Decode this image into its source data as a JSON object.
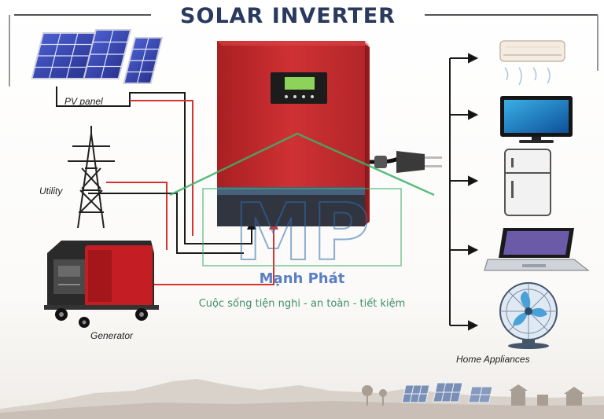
{
  "diagram": {
    "title": "SOLAR INVERTER",
    "sources": [
      {
        "id": "pv",
        "label": "PV panel"
      },
      {
        "id": "utility",
        "label": "Utility"
      },
      {
        "id": "generator",
        "label": "Generator"
      }
    ],
    "outputs_label": "Home Appliances",
    "appliances": [
      "air-conditioner",
      "television",
      "refrigerator",
      "laptop",
      "fan"
    ]
  },
  "watermark": {
    "brand": "Mạnh Phát",
    "tagline": "Cuộc sống tiện nghi - an toàn - tiết kiệm",
    "logo_letters": "MP"
  },
  "colors": {
    "title": "#2a3a5e",
    "inverter_body": "#c42a2c",
    "wire_red": "#d6332f",
    "wire_black": "#1a1a1a",
    "panel_blue": "#3646b0",
    "watermark_green": "#3fb06a",
    "watermark_blue": "#2f6fb0"
  }
}
